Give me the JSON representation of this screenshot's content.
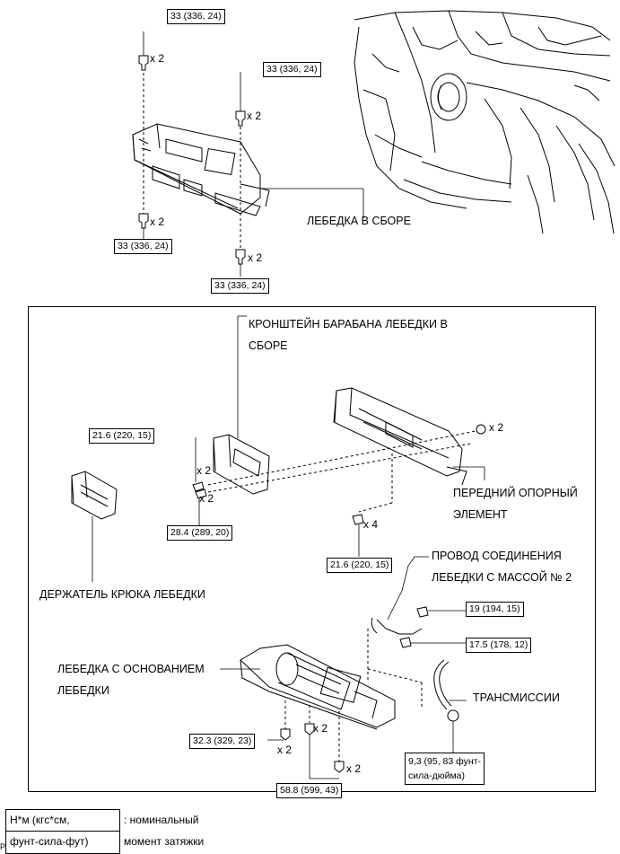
{
  "torque_boxes": {
    "top_bolt_left": "33 (336, 24)",
    "top_bolt_right": "33 (336, 24)",
    "bottom_bolt_left": "33 (336, 24)",
    "bottom_bolt_right": "33 (336, 24)",
    "bracket_upper": "21.6 (220, 15)",
    "bracket_lower": "28.4 (289, 20)",
    "support_bottom": "21.6 (220, 15)",
    "ground_wire_upper": "19 (194, 15)",
    "ground_wire_lower": "17.5 (178, 12)",
    "base_left": "32.3 (329, 23)",
    "base_center": "58.8 (599, 43)",
    "nut_line1": "9,3 (95, 83 фунт-",
    "nut_line2": "сила-дюйма)"
  },
  "quantities": {
    "top_left": "x 2",
    "top_right": "x 2",
    "mid_left": "x 2",
    "bottom_right": "x 2",
    "bracket_upper": "x 2",
    "bracket_lower": "x 2",
    "nut_right": "x 2",
    "support_bolts": "x 4",
    "base_left": "x 2",
    "base_center": "x 2",
    "base_right": "x 2"
  },
  "labels": {
    "winch_assembly": "ЛЕБЕДКА В СБОРЕ",
    "drum_bracket_line1": "КРОНШТЕЙН БАРАБАНА ЛЕБЕДКИ В",
    "drum_bracket_line2": "СБОРЕ",
    "front_support_line1": "ПЕРЕДНИЙ ОПОРНЫЙ",
    "front_support_line2": "ЭЛЕМЕНТ",
    "hook_holder": "ДЕРЖАТЕЛЬ КРЮКА ЛЕБЕДКИ",
    "ground_wire_line1": "ПРОВОД СОЕДИНЕНИЯ",
    "ground_wire_line2": "ЛЕБЕДКИ С МАССОЙ № 2",
    "winch_with_base_line1": "ЛЕБЕДКА С ОСНОВАНИЕМ",
    "winch_with_base_line2": "ЛЕБЕДКИ",
    "transmission": "ТРАНСМИССИИ"
  },
  "legend": {
    "unit_line1": "Н*м (кгс*см,",
    "unit_line2": "фунт-сила-фут)",
    "desc_line1": ": номинальный",
    "desc_line2": "момент затяжки",
    "corner_mark": "P"
  }
}
